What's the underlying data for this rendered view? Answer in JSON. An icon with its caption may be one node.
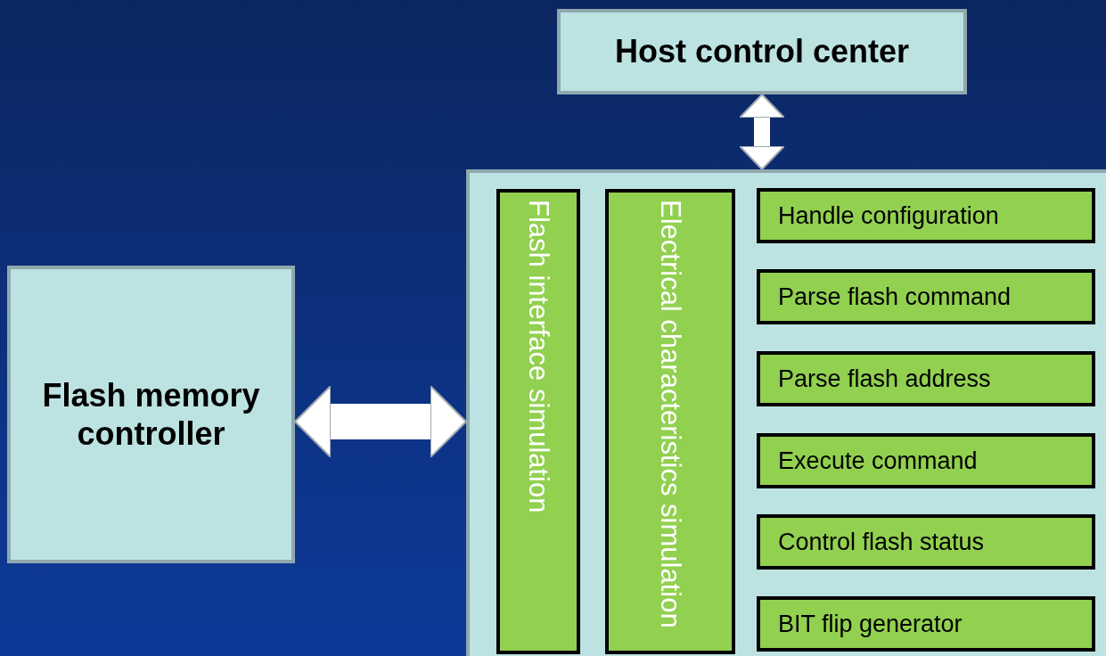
{
  "diagram": {
    "nodes": [
      {
        "text": [
          "Host control center"
        ]
      },
      {
        "text": [
          "Flash memory controller"
        ]
      },
      {
        "text": [],
        "shape": "box"
      },
      {
        "text": [
          "Flash interface simulation"
        ],
        "in": 2
      },
      {
        "text": [
          "Electrical characteristics simulation"
        ],
        "in": 2
      },
      {
        "text": [
          "Handle configuration"
        ],
        "in": 2
      },
      {
        "text": [
          "Parse flash command"
        ],
        "in": 2
      },
      {
        "text": [
          "Parse flash address"
        ],
        "in": 2
      },
      {
        "text": [
          "Execute command"
        ],
        "in": 2
      },
      {
        "text": [
          "Control flash status"
        ],
        "in": 2
      },
      {
        "text": [
          "BIT flip generator"
        ],
        "in": 2
      }
    ],
    "edges": [
      {
        "from": 0,
        "to": 2,
        "arrow": "both"
      },
      {
        "from": 1,
        "to": 2,
        "arrow": "both",
        "style": "thick"
      }
    ]
  }
}
